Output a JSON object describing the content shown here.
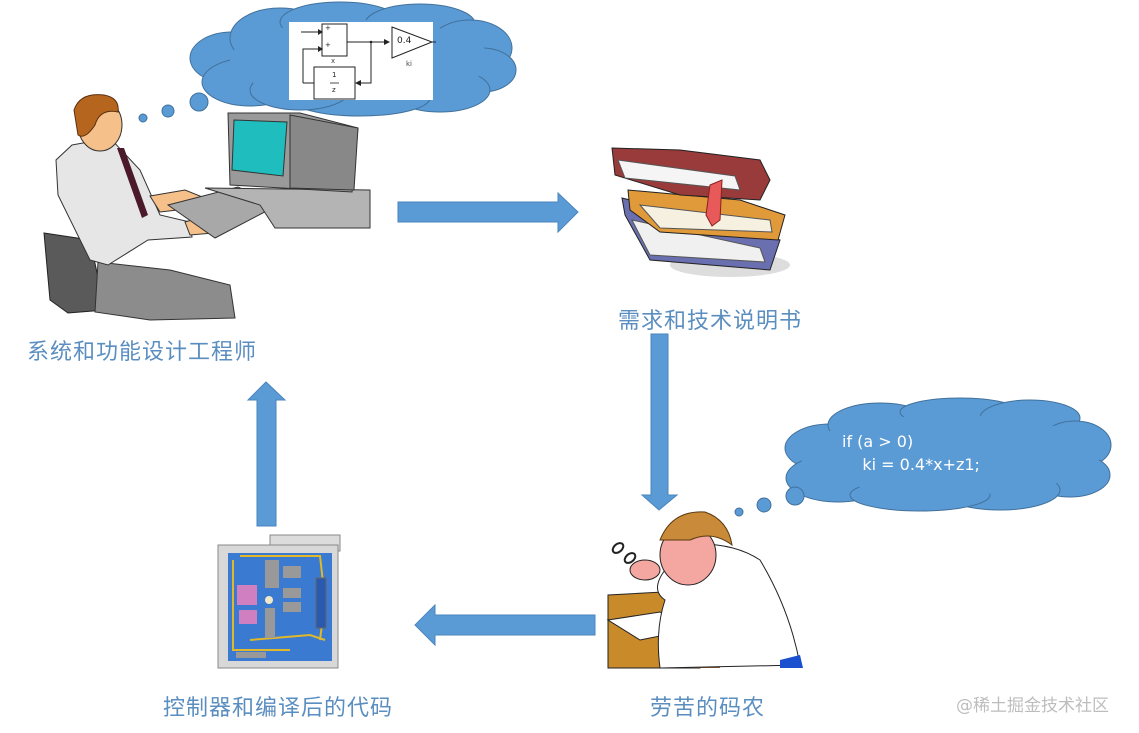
{
  "diagram": {
    "title": "",
    "colors": {
      "arrow": "#5b9bd5",
      "cloud": "#5b9bd5",
      "cloud_stroke": "#41719c",
      "label": "#5b8ec0",
      "watermark": "#bdbdbd"
    },
    "nodes": [
      {
        "id": "engineer",
        "label": "系统和功能设计工程师",
        "icon": "engineer-at-computer-illustration"
      },
      {
        "id": "specs",
        "label": "需求和技术说明书",
        "icon": "stack-of-books-illustration"
      },
      {
        "id": "coder",
        "label": "劳苦的码农",
        "icon": "tired-programmer-illustration"
      },
      {
        "id": "controller",
        "label": "控制器和编译后的代码",
        "icon": "ecu-circuit-board-illustration"
      }
    ],
    "edges": [
      {
        "from": "engineer",
        "to": "specs",
        "direction": "right"
      },
      {
        "from": "specs",
        "to": "coder",
        "direction": "down"
      },
      {
        "from": "coder",
        "to": "controller",
        "direction": "left"
      },
      {
        "from": "controller",
        "to": "engineer",
        "direction": "up"
      }
    ],
    "thought_bubbles": {
      "engineer": {
        "type": "block-diagram",
        "sum_inputs": [
          "+",
          "+"
        ],
        "sum_label": "x",
        "gain_value": "0.4",
        "gain_label": "ki",
        "delay_num": "1",
        "delay_den": "z"
      },
      "coder": {
        "type": "code",
        "lines": [
          "if (a > 0)",
          "    ki = 0.4*x+z1;"
        ]
      }
    },
    "watermark": "@稀土掘金技术社区"
  }
}
